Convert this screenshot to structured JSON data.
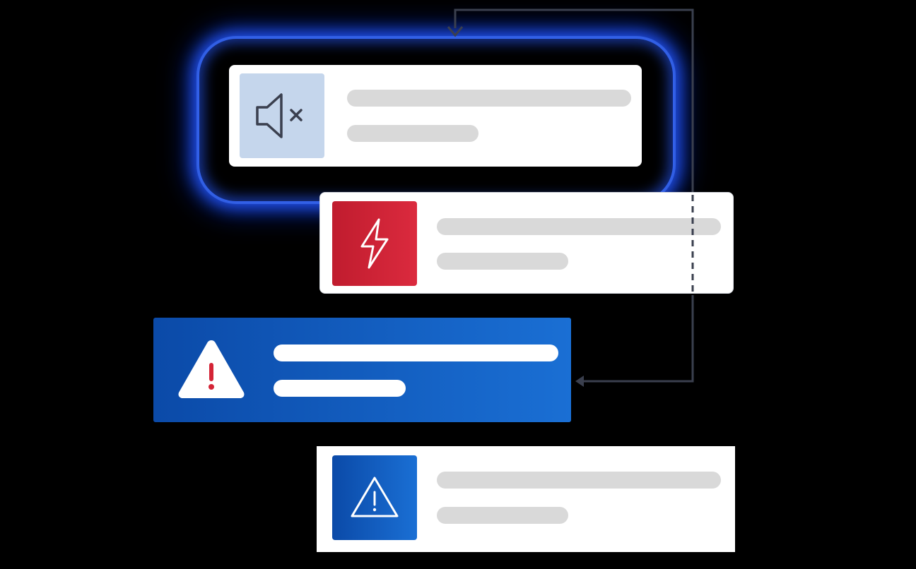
{
  "diagram": {
    "cards": [
      {
        "icon": "speaker-mute-icon",
        "style": "light",
        "accent": "#c5d6ec"
      },
      {
        "icon": "lightning-bolt-icon",
        "style": "light",
        "accent": "#d42436"
      },
      {
        "icon": "warning-triangle-icon",
        "style": "dark",
        "accent": "#1562c4"
      },
      {
        "icon": "warning-triangle-outline-icon",
        "style": "light",
        "accent": "#1562c4"
      }
    ],
    "colors": {
      "background": "#000000",
      "connector": "#3a3f4e",
      "placeholder": "#d9d9d9",
      "glow": "#2b5cff"
    }
  }
}
